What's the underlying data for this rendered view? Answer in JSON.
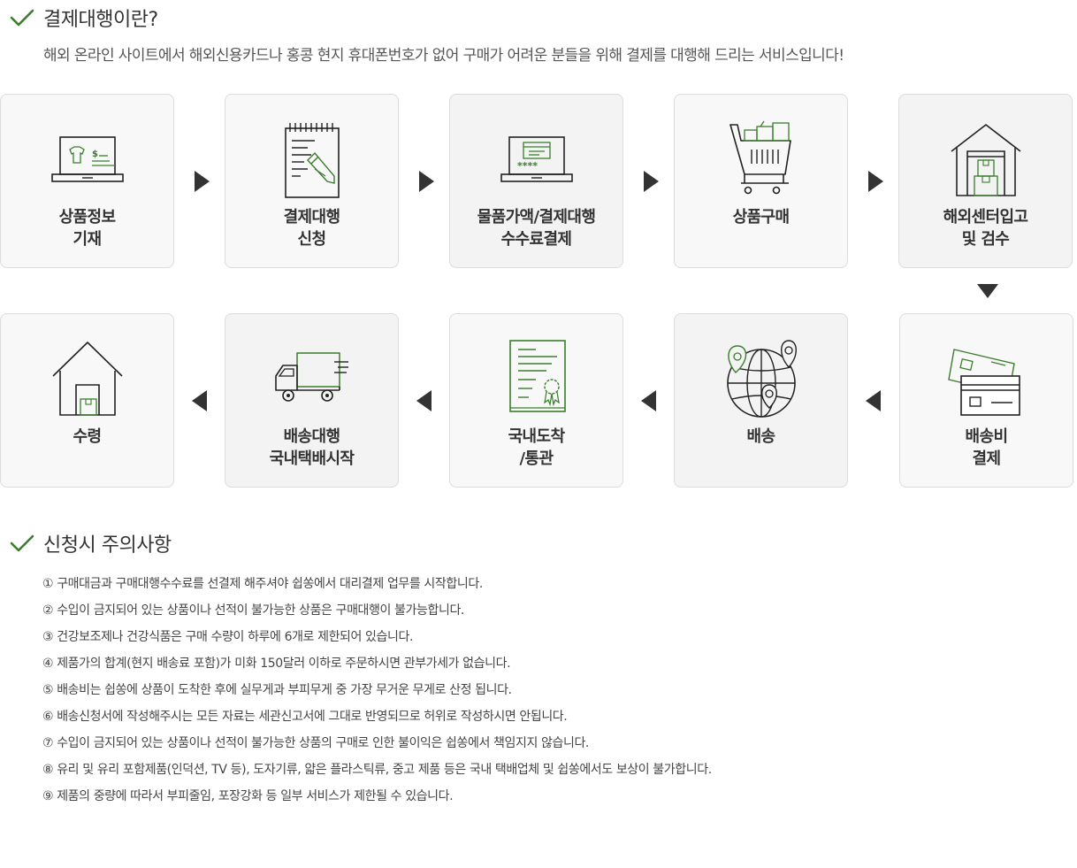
{
  "intro": {
    "title": "결제대행이란?",
    "description": "해외 온라인 사이트에서 해외신용카드나 홍콩 현지 휴대폰번호가 없어 구매가 어려운 분들을 위해 결제를 대행해 드리는 서비스입니다!"
  },
  "colors": {
    "accent": "#3a7d2c",
    "line": "#222222",
    "arrow": "#333333"
  },
  "steps": [
    {
      "label": "상품정보\n기재",
      "icon": "laptop-shirt-icon"
    },
    {
      "label": "결제대행\n신청",
      "icon": "notepad-pencil-icon"
    },
    {
      "label": "물품가액/결제대행\n수수료결제",
      "icon": "laptop-card-icon"
    },
    {
      "label": "상품구매",
      "icon": "shopping-cart-icon"
    },
    {
      "label": "해외센터입고\n및 검수",
      "icon": "warehouse-icon"
    },
    {
      "label": "배송비\n결제",
      "icon": "credit-card-icon"
    },
    {
      "label": "배송",
      "icon": "globe-pins-icon"
    },
    {
      "label": "국내도착\n/통관",
      "icon": "certificate-icon"
    },
    {
      "label": "배송대행\n국내택배시작",
      "icon": "delivery-truck-icon"
    },
    {
      "label": "수령",
      "icon": "house-package-icon"
    }
  ],
  "notice": {
    "title": "신청시 주의사항",
    "items": [
      "① 구매대금과 구매대행수수료를 선결제 해주셔야 쉽쏭에서 대리결제 업무를 시작합니다.",
      "② 수입이 금지되어 있는 상품이나 선적이 불가능한 상품은 구매대행이 불가능합니다.",
      "③ 건강보조제나 건강식품은 구매 수량이 하루에 6개로 제한되어 있습니다.",
      "④ 제품가의 합계(현지 배송료 포함)가 미화 150달러 이하로 주문하시면 관부가세가 없습니다.",
      "⑤ 배송비는 쉽쏭에 상품이 도착한 후에 실무게과 부피무게 중 가장 무거운 무게로 산정 됩니다.",
      "⑥ 배송신청서에 작성해주시는 모든 자료는 세관신고서에 그대로 반영되므로 허위로 작성하시면 안됩니다.",
      "⑦ 수입이 금지되어 있는 상품이나 선적이 불가능한 상품의 구매로 인한 불이익은 쉽쏭에서 책임지지 않습니다.",
      "⑧ 유리 및 유리 포함제품(인덕션, TV 등), 도자기류, 얇은 플라스틱류, 중고 제품 등은 국내 택배업체 및 쉽쏭에서도 보상이 불가합니다.",
      "⑨ 제품의 중량에 따라서 부피줄임, 포장강화 등 일부 서비스가 제한될 수 있습니다."
    ]
  }
}
